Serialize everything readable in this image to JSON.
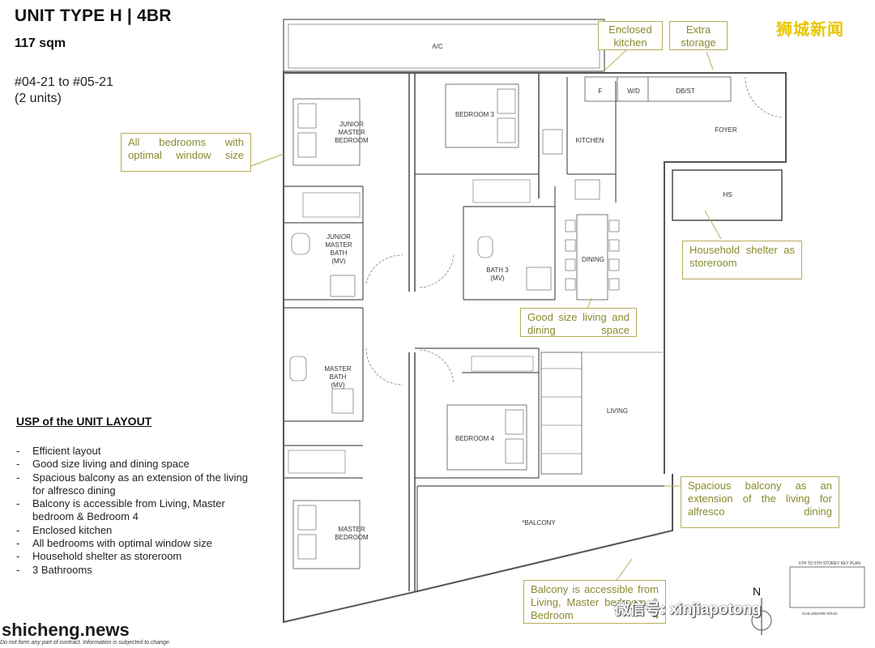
{
  "header": {
    "title": "UNIT TYPE H | 4BR",
    "area": "117 sqm",
    "unit_range": "#04-21 to #05-21",
    "unit_count": "(2 units)"
  },
  "usp": {
    "heading": "USP of the UNIT LAYOUT",
    "items": [
      "Efficient layout",
      "Good size living and dining space",
      "Spacious balcony as an extension of the living for alfresco dining",
      "Balcony is accessible from Living, Master bedroom & Bedroom 4",
      "Enclosed kitchen",
      "All bedrooms with optimal window size",
      "Household shelter as storeroom",
      "3 Bathrooms"
    ]
  },
  "callouts": {
    "bedrooms": "All bedrooms with optimal window size",
    "enclosed_kitchen": "Enclosed kitchen",
    "extra_storage": "Extra storage",
    "household_shelter": "Household shelter as storeroom",
    "living_dining": "Good size living and dining space",
    "balcony_extension": "Spacious balcony as an extension of the living for alfresco dining",
    "balcony_access": "Balcony is accessible from Living, Master bedroom & Bedroom 4"
  },
  "rooms": {
    "ac": "A/C",
    "junior_master_1": "JUNIOR",
    "junior_master_2": "MASTER",
    "junior_master_3": "BEDROOM",
    "bedroom3": "BEDROOM 3",
    "kitchen": "KITCHEN",
    "fridge": "F",
    "wd": "W/D",
    "dbst": "DB/ST",
    "foyer": "FOYER",
    "hs": "HS",
    "jm_bath_1": "JUNIOR",
    "jm_bath_2": "MASTER",
    "jm_bath_3": "BATH",
    "jm_bath_4": "(MV)",
    "bath3_1": "BATH 3",
    "bath3_2": "(MV)",
    "dining": "DINING",
    "master_bath_1": "MASTER",
    "master_bath_2": "BATH",
    "master_bath_3": "(MV)",
    "bedroom4": "BEDROOM 4",
    "living": "LIVING",
    "balcony": "*BALCONY",
    "master_bedroom_1": "MASTER",
    "master_bedroom_2": "BEDROOM"
  },
  "keyplan": {
    "label": "6TH TO 5TH STOREY KEY PLAN",
    "road": "GUILLEMARD ROAD",
    "north": "N"
  },
  "watermarks": {
    "top_right": "狮城新闻",
    "site": "shicheng.news",
    "wechat": "微信号: xinjiapotong"
  },
  "disclaimer": "Do not form any part of contract. Information is subjected to change.",
  "colors": {
    "callout_border": "#b7ac5a",
    "callout_text": "#8a8a2e",
    "wall": "#555555",
    "watermark": "#e6c600"
  }
}
